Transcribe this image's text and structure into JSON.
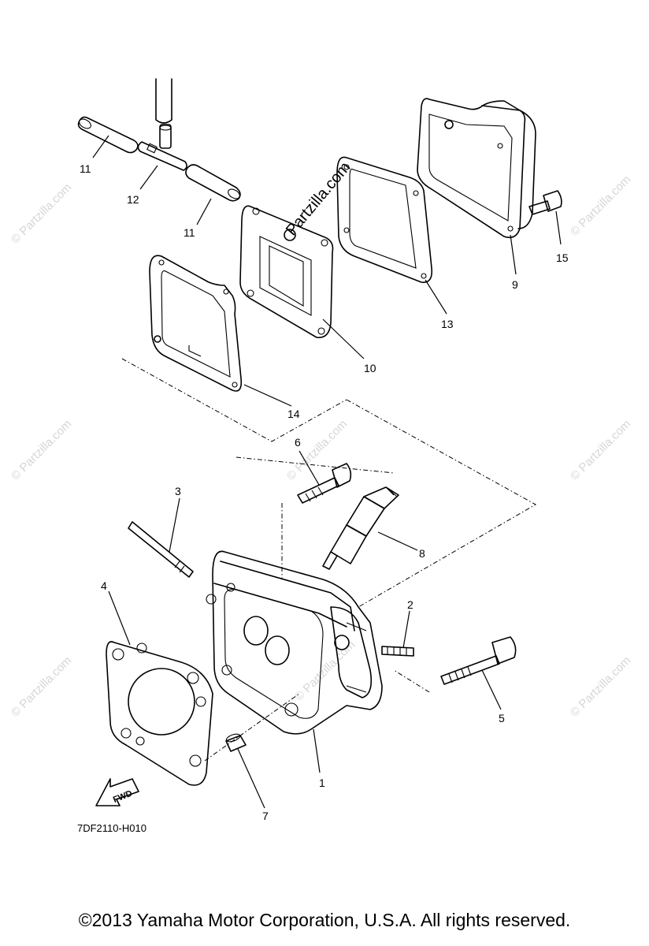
{
  "diagram": {
    "callouts": [
      "1",
      "2",
      "3",
      "4",
      "5",
      "6",
      "7",
      "8",
      "9",
      "10",
      "11",
      "11",
      "12",
      "13",
      "14",
      "15"
    ],
    "drawing_code": "7DF2110-H010",
    "direction_label": "FWD",
    "watermark_center": "Partzilla.com",
    "watermark_repeat": "© Partzilla.com"
  },
  "footer": {
    "copyright": "©2013  Yamaha Motor Corporation, U.S.A. All rights reserved."
  }
}
